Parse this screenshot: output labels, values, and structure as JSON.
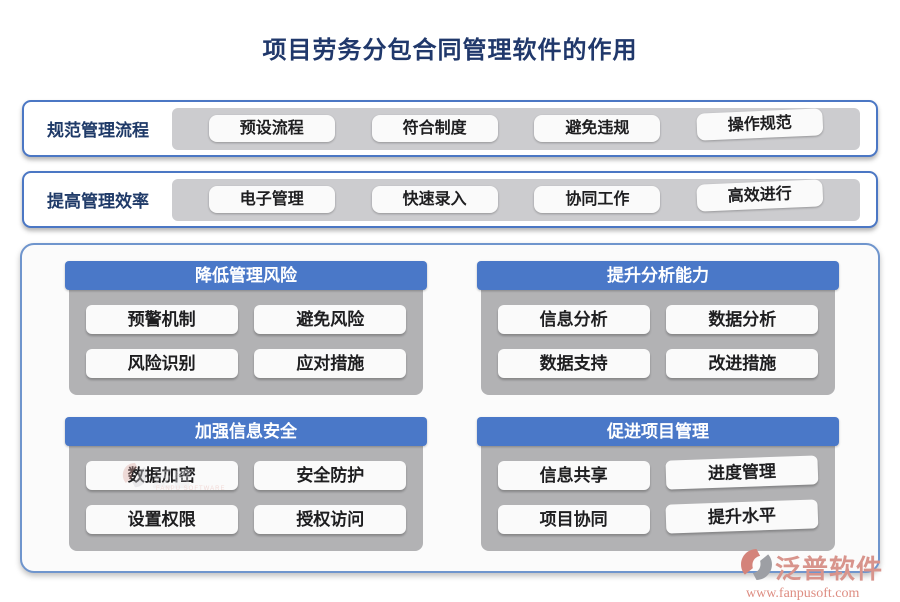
{
  "page": {
    "title": "项目劳务分包合同管理软件的作用"
  },
  "rows": [
    {
      "label": "规范管理流程",
      "items": [
        "预设流程",
        "符合制度",
        "避免违规",
        "操作规范"
      ]
    },
    {
      "label": "提高管理效率",
      "items": [
        "电子管理",
        "快速录入",
        "协同工作",
        "高效进行"
      ]
    }
  ],
  "cards": [
    {
      "title": "降低管理风险",
      "items": [
        "预警机制",
        "避免风险",
        "风险识别",
        "应对措施"
      ]
    },
    {
      "title": "提升分析能力",
      "items": [
        "信息分析",
        "数据分析",
        "数据支持",
        "改进措施"
      ]
    },
    {
      "title": "加强信息安全",
      "items": [
        "数据加密",
        "安全防护",
        "设置权限",
        "授权访问"
      ]
    },
    {
      "title": "促进项目管理",
      "items": [
        "信息共享",
        "进度管理",
        "项目协同",
        "提升水平"
      ]
    }
  ],
  "branding": {
    "name": "泛普软件",
    "url": "www.fanpusoft.com"
  },
  "watermark": {
    "name": "泛普",
    "subtitle": "FANPU SOFTWARE"
  },
  "colors": {
    "title_navy": "#20386b",
    "row_border_blue": "#4b77c4",
    "panel_border_blue": "#6f95cd",
    "header_blue": "#4a78c8",
    "card_gray": "#b2b2b4",
    "strip_gray": "#cccccf",
    "brand_salmon": "#d8948c"
  }
}
